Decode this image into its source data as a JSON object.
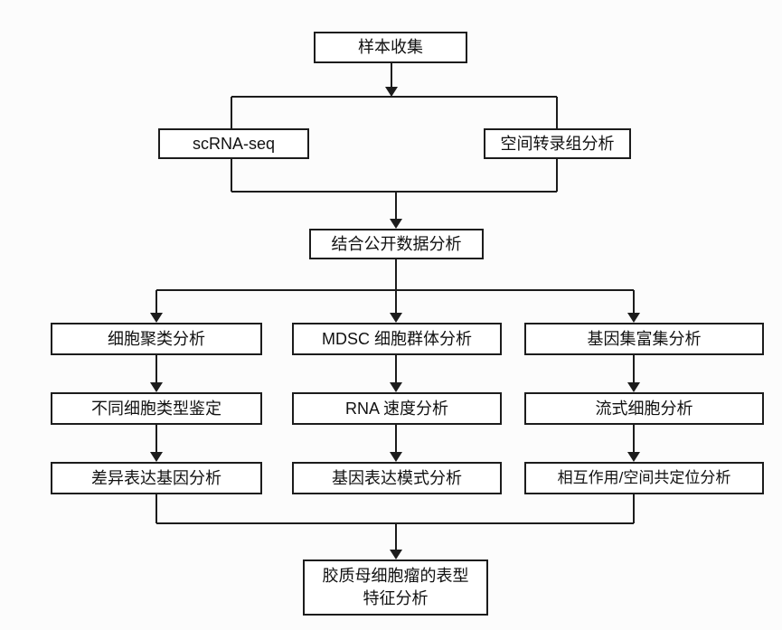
{
  "figure": {
    "type": "flowchart",
    "background_color": "#fcfcfc",
    "line_color": "#1c1c1c",
    "box_fill_color": "#ffffff",
    "box_border_color": "#1c1c1c",
    "text_color": "#111111"
  },
  "nodes": {
    "sample_collection": "样本收集",
    "scrna_seq": "scRNA-seq",
    "spatial_transcriptomics": "空间转录组分析",
    "combined_public_data": "结合公开数据分析",
    "cell_clustering": "细胞聚类分析",
    "mdsc_population": "MDSC 细胞群体分析",
    "gene_set_enrichment": "基因集富集分析",
    "cell_type_identification": "不同细胞类型鉴定",
    "rna_velocity": "RNA 速度分析",
    "flow_cytometry": "流式细胞分析",
    "differential_expression": "差异表达基因分析",
    "gene_expression_pattern": "基因表达模式分析",
    "interaction_colocalization": "相互作用/空间共定位分析",
    "phenotype_line1": "胶质母细胞瘤的表型",
    "phenotype_line2": "特征分析"
  }
}
